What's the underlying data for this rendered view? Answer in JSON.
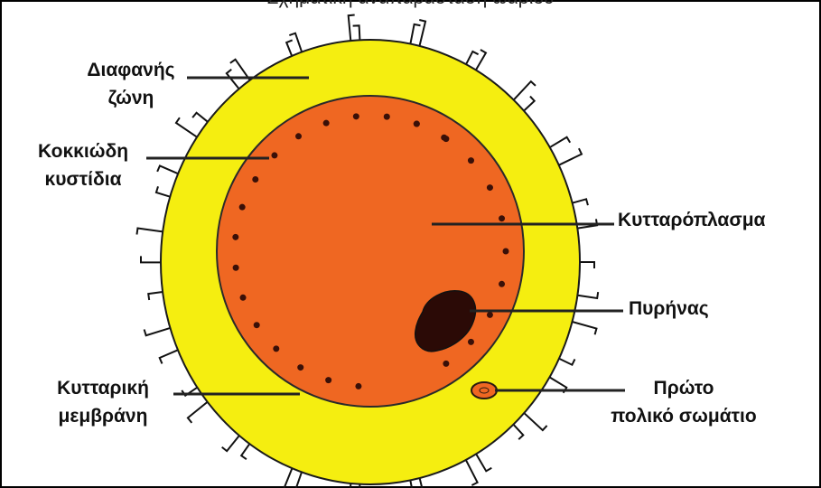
{
  "caption": "Σχηματική αναπαράσταση ωαρίου",
  "labels": {
    "zona_line1": "Διαφανής",
    "zona_line2": "ζώνη",
    "granules_line1": "Κοκκιώδη",
    "granules_line2": "κυστίδια",
    "cytoplasm": "Κυτταρόπλασμα",
    "nucleus": "Πυρήνας",
    "membrane_line1": "Κυτταρική",
    "membrane_line2": "μεμβράνη",
    "polar_line1": "Πρώτο",
    "polar_line2": "πολικό σωμάτιο"
  },
  "colors": {
    "zona": "#f5ee10",
    "cytoplasm": "#ef6722",
    "nucleus": "#2b0a06",
    "granule": "#3a1008",
    "outline": "#1a1a1a"
  }
}
